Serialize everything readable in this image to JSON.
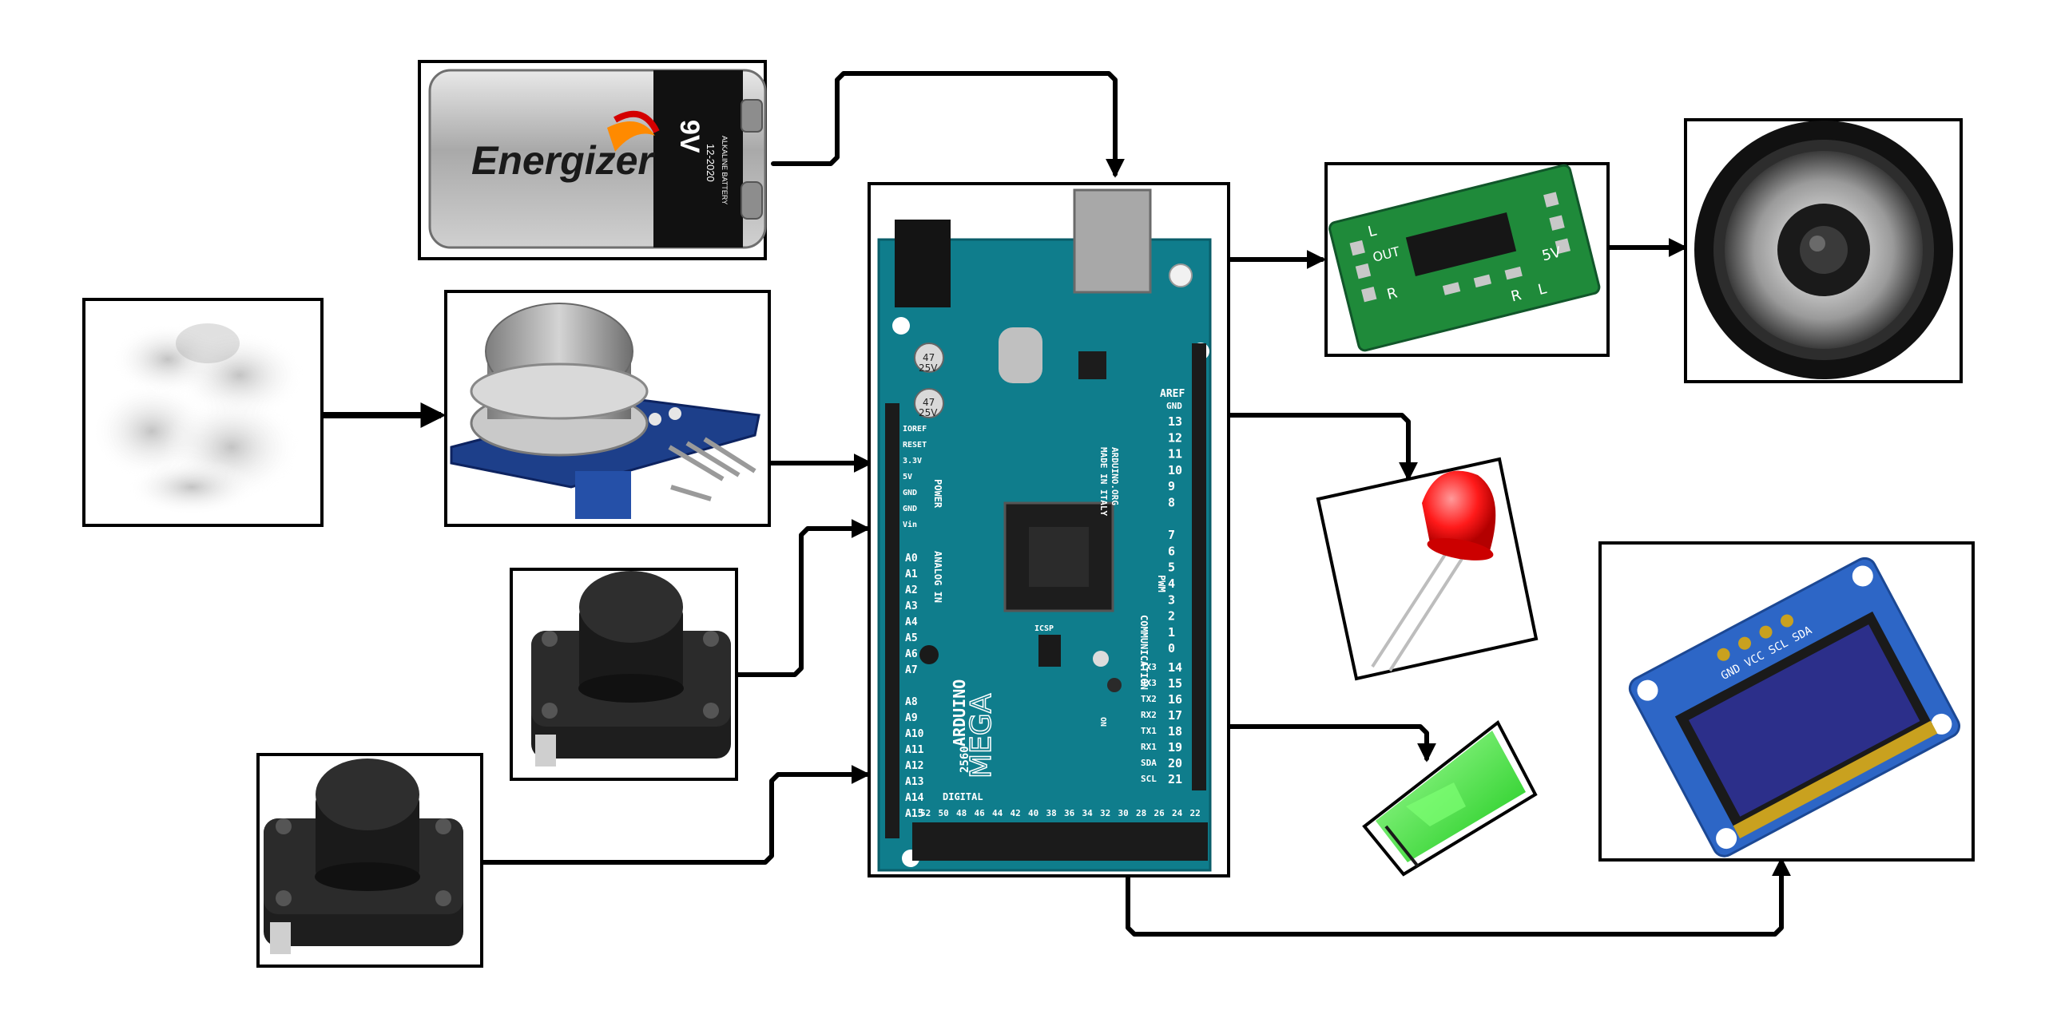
{
  "battery": {
    "brand": "Energizer",
    "voltage": "9V",
    "code": "12-2020",
    "type": "ALKALINE BATTERY"
  },
  "board": {
    "name": "ARDUINO",
    "model": "MEGA",
    "number": "2560",
    "made_in": "MADE IN ITALY",
    "org": "ARDUINO.ORG",
    "power_header": "POWER",
    "analog_header": "ANALOG IN",
    "digital_header": "DIGITAL",
    "comm_header": "COMMUNICATION",
    "pwm_header": "PWM",
    "aref": "AREF",
    "gnd": "GND",
    "icsp": "ICSP",
    "on": "ON",
    "power_pins": [
      "IOREF",
      "RESET",
      "3.3V",
      "5V",
      "GND",
      "GND",
      "Vin"
    ],
    "analog_pins": [
      "A0",
      "A1",
      "A2",
      "A3",
      "A4",
      "A5",
      "A6",
      "A7",
      "",
      "A8",
      "A9",
      "A10",
      "A11",
      "A12",
      "A13",
      "A14",
      "A15"
    ],
    "pwm_pins": [
      "13",
      "12",
      "11",
      "10",
      "9",
      "8",
      "",
      "7",
      "6",
      "5",
      "4",
      "3",
      "2",
      "1",
      "0"
    ],
    "comm_pins": [
      {
        "name": "TX3",
        "num": "14"
      },
      {
        "name": "RX3",
        "num": "15"
      },
      {
        "name": "TX2",
        "num": "16"
      },
      {
        "name": "RX2",
        "num": "17"
      },
      {
        "name": "TX1",
        "num": "18"
      },
      {
        "name": "RX1",
        "num": "19"
      },
      {
        "name": "SDA",
        "num": "20"
      },
      {
        "name": "SCL",
        "num": "21"
      }
    ],
    "bottom_pins": [
      "52",
      "50",
      "48",
      "46",
      "44",
      "42",
      "40",
      "38",
      "36",
      "34",
      "32",
      "30",
      "28",
      "26",
      "24",
      "22"
    ],
    "caps": [
      "47",
      "25V",
      "47",
      "25V"
    ]
  },
  "amplifier": {
    "labels": [
      "L",
      "OUT",
      "R",
      "5V",
      "L",
      "R"
    ]
  },
  "display": {
    "pins": "GND VCC SCL SDA"
  },
  "colors": {
    "pcb_teal": "#0f7d8c",
    "amp_green": "#1f8a3a",
    "oled_blue": "#2d66c6",
    "oled_screen": "#2c2f8a",
    "led_red": "#ff1a1a",
    "led_green": "#2ee82e"
  }
}
